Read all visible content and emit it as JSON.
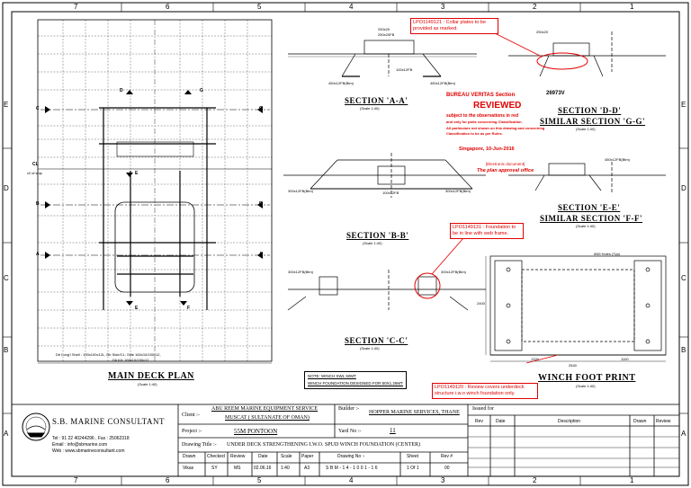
{
  "border": {
    "top_zones": [
      "7",
      "6",
      "5",
      "4",
      "3",
      "2",
      "1"
    ],
    "bottom_zones": [
      "7",
      "6",
      "5",
      "4",
      "3",
      "2",
      "1"
    ],
    "side_zones": [
      "E",
      "D",
      "C",
      "B",
      "A"
    ]
  },
  "notes": {
    "collar_plates": "LPO1149121 : Collar plates to be provided as marked.",
    "foundation_web": "LPO1149131 : Foundation to be in line with web frame.",
    "review_underdeck": "LPO1149120 : Review covers underdeck structure i.w.o winch foundation only."
  },
  "stamp": {
    "society": "BUREAU VERITAS",
    "section_label": "Section",
    "number": "26973V",
    "reviewed": "REVIEWED",
    "line1": "subject to the observations in red",
    "line2": "and only for parts concerning Classification.",
    "line3": "All particulars not shown on this drawing and concerning",
    "line4": "Classification to be as per Rules.",
    "place_date": "Singapore, 10-Jun-2016",
    "electronic": "[Electronic document]",
    "office": "The plan approval office"
  },
  "sections": {
    "a": "SECTION 'A-A'",
    "a_scale": "(Scale 1:40)",
    "b": "SECTION 'B-B'",
    "b_scale": "(Scale 1:40)",
    "c": "SECTION 'C-C'",
    "c_scale": "(Scale 1:40)",
    "d": "SECTION 'D-D'",
    "d_sim": "SIMILAR SECTION 'G-G'",
    "d_scale": "(Scale 1:40)",
    "e": "SECTION 'E-E'",
    "e_sim": "SIMILAR SECTION 'F-F'",
    "e_scale": "(Scale 1:40)",
    "main_deck": "MAIN DECK PLAN",
    "main_scale": "(Scale 1:40)",
    "winch_foot": "WINCH FOOT PRINT",
    "winch_scale": "(Scale 1:40)"
  },
  "plan_markers": [
    "C",
    "D",
    "G",
    "C",
    "B",
    "E",
    "B",
    "A",
    "A",
    "E",
    "F"
  ],
  "plan_labels": {
    "cl": "CL",
    "cl_sub": "c/l of ship",
    "longitudinals": "Db Long'l Shell : 100x100x12L, Db Side/CL: Side 160x10/150x12,",
    "longitudinals2": "Db Kit: 160x10/150x12"
  },
  "dims": {
    "a_top": "250x20",
    "a_top2": "250x20FB",
    "a_web": "100x12FB",
    "a_left": "450x12FB(Btm)",
    "a_right": "450x12FB(Btm)",
    "b_left": "300x12FB(Btm)",
    "b_right": "300x12FB(Btm)",
    "b_cl": "100x12FB",
    "c_left": "300x12FB(Btm)",
    "c_right": "300x12FB(Btm)",
    "d_top": "250x20",
    "e_top": "450x12FB(Btm)",
    "winch_width": "2540",
    "winch_a": "1320",
    "winch_b": "1100",
    "winch_h": "2400",
    "winch_plate": "Ø45 Holes (Typ)"
  },
  "winch_note": {
    "line1": "NOTE: WINCH SWL 50MT",
    "line2": "WINCH FOUNDATION DESIGNED FOR 50X1.25MT"
  },
  "title_block": {
    "company": "S.B. MARINE CONSULTANT",
    "tel": "Tel : 91 22 40244296 , Fax : 25062318",
    "email": "Email : info@sbmarine.com",
    "web": "Web : www.sbmarineconsultant.com",
    "client_label": "Client :-",
    "client_line1": "ABU REEM MARINE EQUIPMENT SERVICE",
    "client_line2": "MUSCAT ( SULTANATE OF OMAN)",
    "builder_label": "Builder :-",
    "builder": "HOPPER MARINE SERVICES, THANE",
    "project_label": "Project :-",
    "project": "55M PONTOON",
    "yard_label": "Yard No :-",
    "yard": "11",
    "title_label": "Drawing Title :-",
    "title": "UNDER DECK STRENGTHENING I.W.O. SPUD WINCH FOUNDATION (CENTER)",
    "heads": [
      "Drawn",
      "Checked",
      "Review",
      "Date",
      "Scale",
      "Paper",
      "Drawing No :-",
      "Sheet",
      "Rev #"
    ],
    "values": [
      "Vikas",
      "SY",
      "MS",
      "02.06.16",
      "1:40",
      "A3",
      "SBM-14-1001-16",
      "1 Of 1",
      "00"
    ],
    "issued_for": "Issued for",
    "rev_heads": [
      "Rev",
      "Date",
      "Description",
      "Drawn",
      "Review"
    ]
  }
}
